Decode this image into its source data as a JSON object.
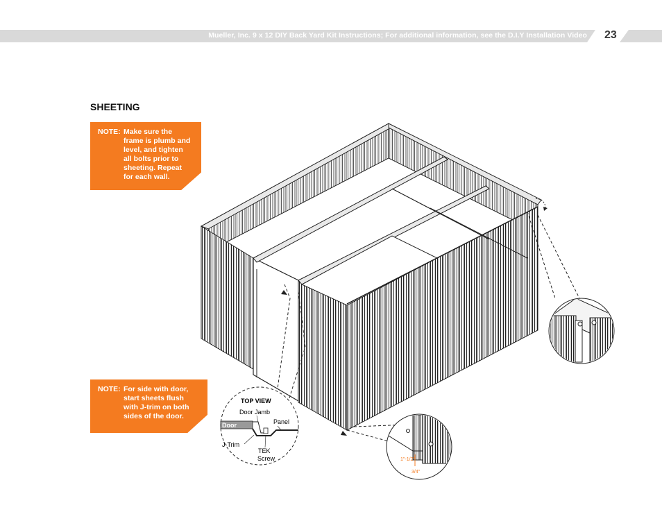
{
  "header": {
    "title": "Mueller, Inc. 9 x 12 DIY Back Yard Kit Instructions; For additional information, see the D.I.Y Installation Video",
    "page_number": "23",
    "band_color": "#d9d9d9"
  },
  "section": {
    "title": "SHEETING"
  },
  "notes": [
    {
      "label": "NOTE:",
      "text": "Make sure the\nframe is plumb and\nlevel, and tighten\nall bolts prior to\nsheeting. Repeat\nfor each wall."
    },
    {
      "label": "NOTE:",
      "text": "For side with door,\nstart sheets flush\nwith J-trim on both\nsides of the door."
    }
  ],
  "detail_top_view": {
    "title": "TOP VIEW",
    "labels": {
      "door_jamb": "Door Jamb",
      "panel": "Panel",
      "door": "Door",
      "j_trim": "J-Trim",
      "tek_screw_1": "TEK",
      "tek_screw_2": "Screw"
    }
  },
  "detail_base": {
    "dim_1": "1\"-1/2\"",
    "dim_2": "3/4\""
  },
  "colors": {
    "accent": "#f47b20",
    "line": "#222222"
  }
}
